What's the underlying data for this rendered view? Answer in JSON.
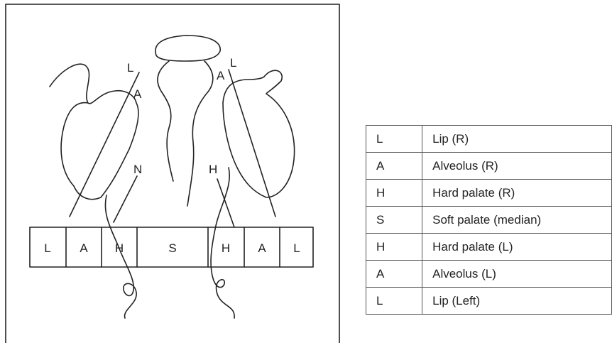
{
  "diagram": {
    "pointer_labels": {
      "left_lip": "L",
      "left_alveolus": "A",
      "left_nasal": "N",
      "right_alveolus": "A",
      "right_lip": "L",
      "right_hard_palate": "H"
    },
    "segments": [
      "L",
      "A",
      "H",
      "S",
      "H",
      "A",
      "L"
    ]
  },
  "legend": {
    "rows": [
      {
        "code": "L",
        "desc": "Lip (R)"
      },
      {
        "code": "A",
        "desc": "Alveolus (R)"
      },
      {
        "code": "H",
        "desc": "Hard palate (R)"
      },
      {
        "code": "S",
        "desc": "Soft palate (median)"
      },
      {
        "code": "H",
        "desc": "Hard palate (L)"
      },
      {
        "code": "A",
        "desc": "Alveolus (L)"
      },
      {
        "code": "L",
        "desc": "Lip (Left)"
      }
    ]
  }
}
